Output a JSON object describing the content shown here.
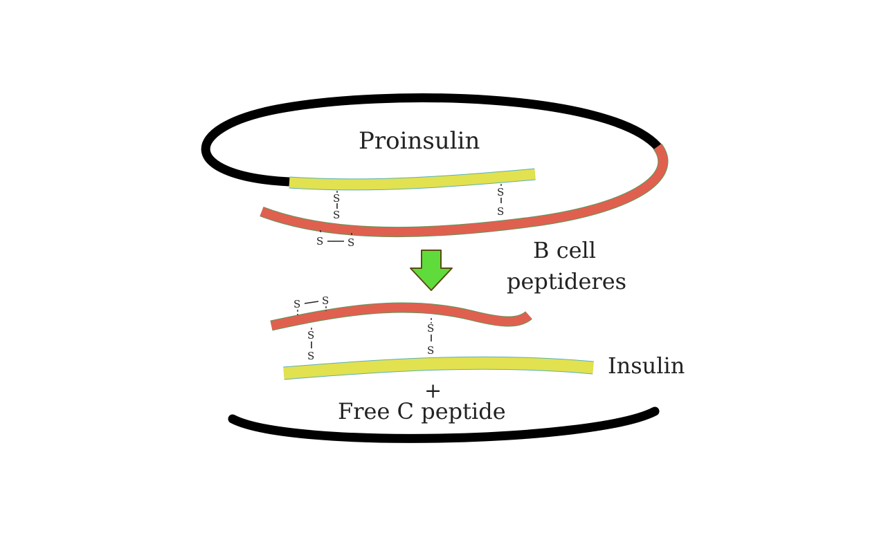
{
  "labels": {
    "proinsulin": "Proinsulin",
    "b_cell_line1": "B cell",
    "b_cell_line2": "peptideres",
    "insulin": "Insulin",
    "plus": "+",
    "free_c_peptide": "Free C peptide"
  },
  "bond_atoms": {
    "sulfur": "S"
  },
  "colors": {
    "c_peptide": "#000000",
    "a_chain": "#e06050",
    "b_chain": "#e2e150",
    "arrow": "#5fdc3c",
    "arrow_outline": "#5a4a10",
    "text": "#222222"
  }
}
